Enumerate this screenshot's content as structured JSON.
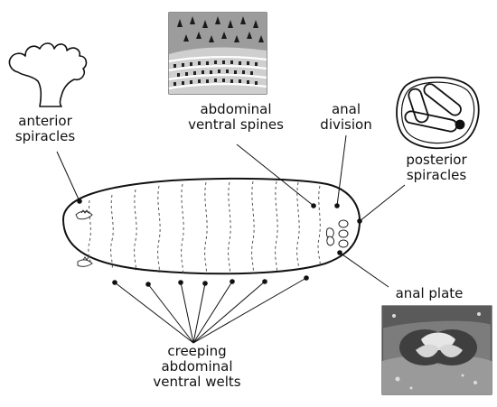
{
  "labels": {
    "anterior_spiracles": "anterior\nspiracles",
    "abdominal_ventral_spines": "abdominal\nventral spines",
    "anal_division": "anal\ndivision",
    "posterior_spiracles": "posterior\nspiracles",
    "anal_plate": "anal plate",
    "creeping_welts": "creeping\nabdominal\nventral welts"
  },
  "colors": {
    "ink": "#111111",
    "photo_dark": "#3a3a3a",
    "photo_light": "#bdbdbd"
  }
}
